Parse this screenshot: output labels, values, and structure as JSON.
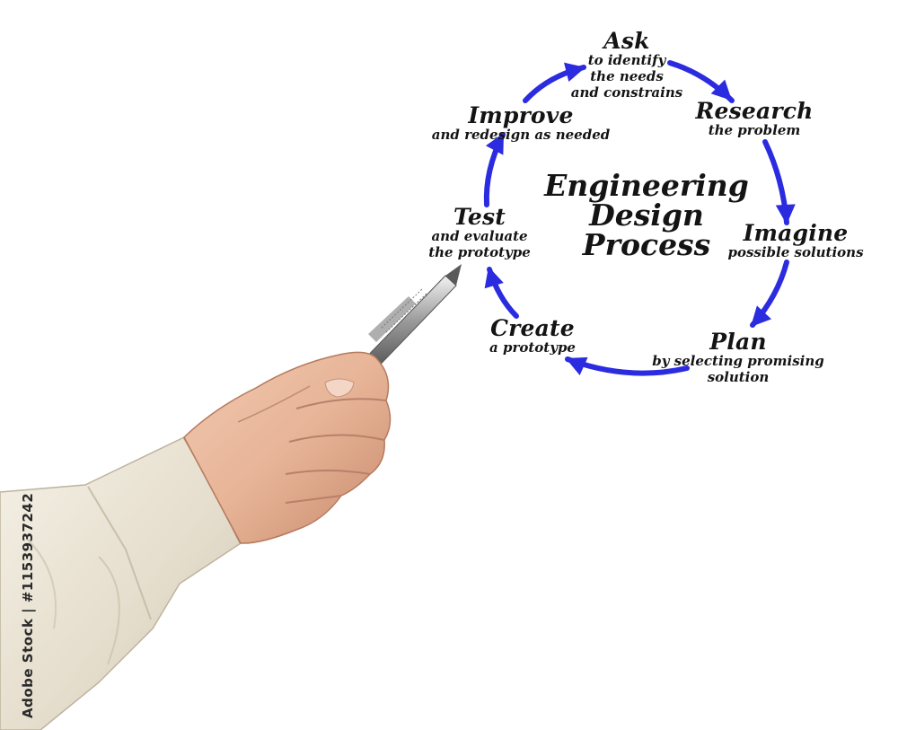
{
  "diagram": {
    "title_lines": [
      "Engineering",
      "Design",
      "Process"
    ],
    "arrow_color": "#2b2be0",
    "steps": [
      {
        "title": "Ask",
        "detail": [
          "to identify",
          "the needs",
          "and constrains"
        ]
      },
      {
        "title": "Research",
        "detail": [
          "the problem"
        ]
      },
      {
        "title": "Imagine",
        "detail": [
          "possible solutions"
        ]
      },
      {
        "title": "Plan",
        "detail": [
          "by selecting promising",
          "solution"
        ]
      },
      {
        "title": "Create",
        "detail": [
          "a prototype"
        ]
      },
      {
        "title": "Test",
        "detail": [
          "and evaluate",
          "the prototype"
        ]
      },
      {
        "title": "Improve",
        "detail": [
          "and redesign as needed"
        ]
      }
    ]
  },
  "photo": {
    "subject": "hand-holding-pen",
    "credit": "Adobe Stock | #1153937242"
  }
}
